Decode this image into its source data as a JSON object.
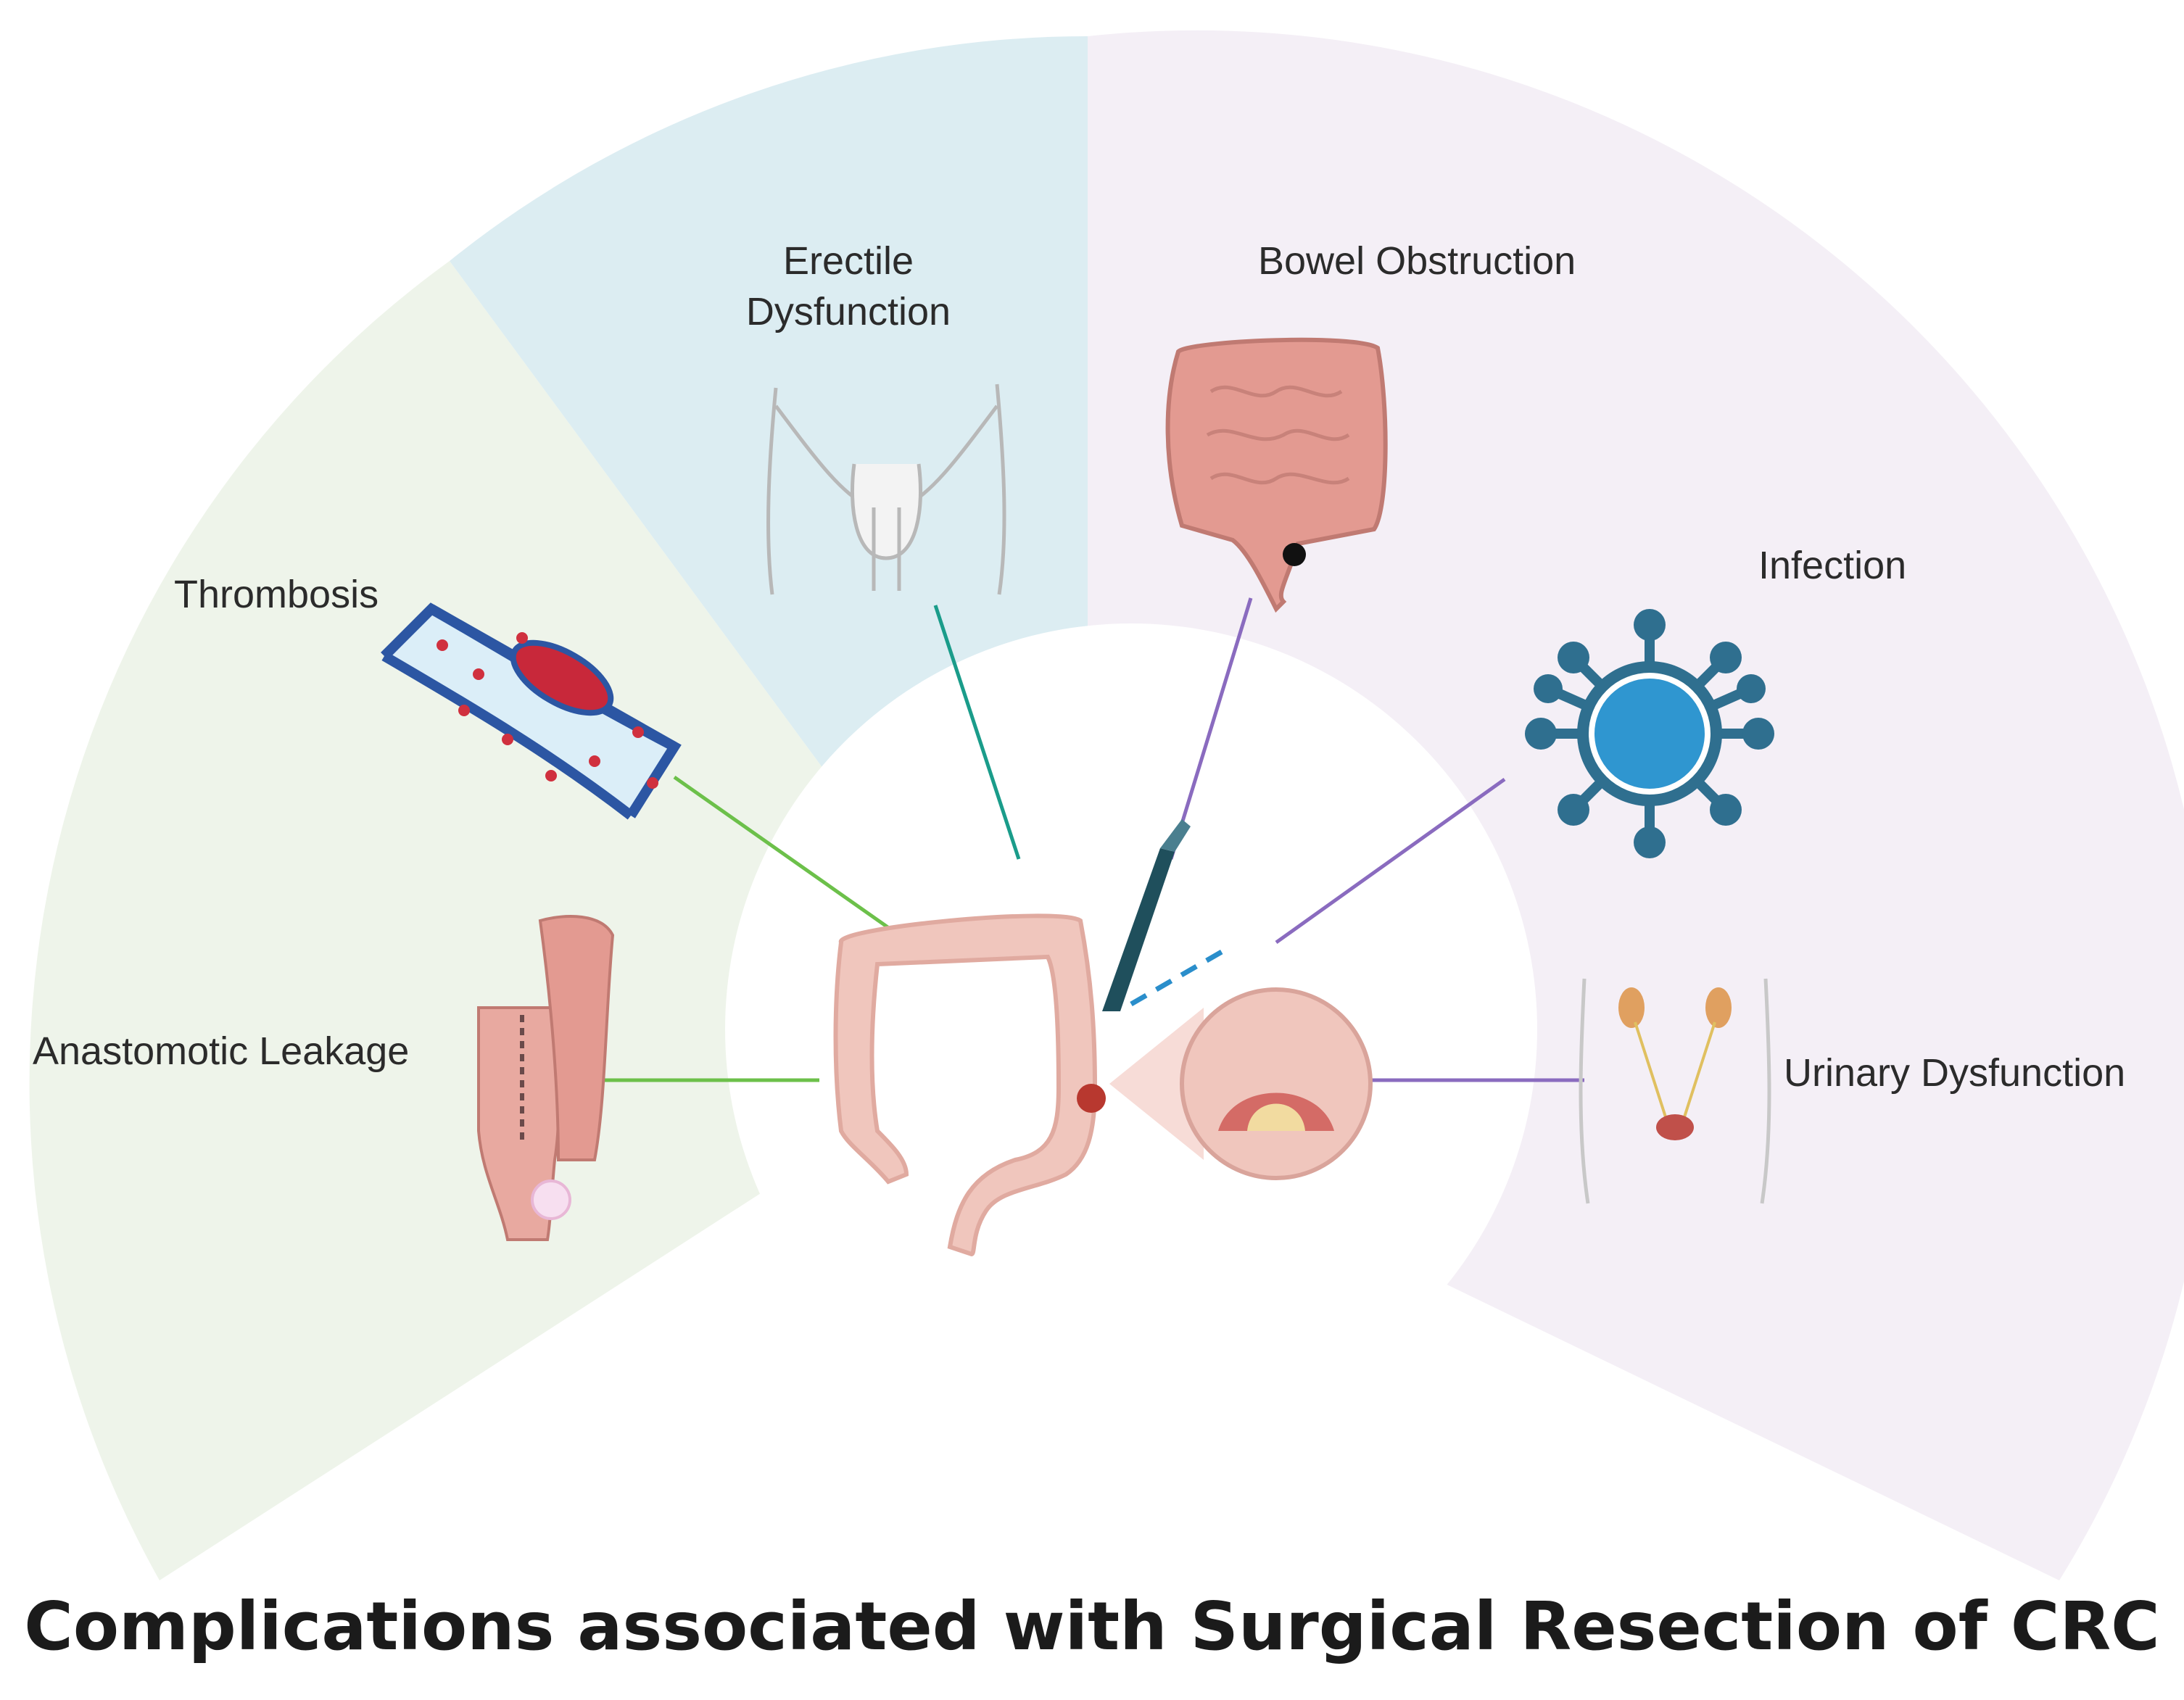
{
  "title": "Complications associated with Surgical Resection of CRC",
  "labels": {
    "erectile_1": "Erectile",
    "erectile_2": "Dysfunction",
    "bowel_obstruction": "Bowel Obstruction",
    "infection": "Infection",
    "thrombosis": "Thrombosis",
    "anastomotic_leakage": "Anastomotic Leakage",
    "urinary_dysfunction": "Urinary Dysfunction"
  },
  "colors": {
    "sector_green": "#eef4ea",
    "sector_blue": "#dcedf2",
    "sector_purple": "#f4eff6",
    "line_green": "#6cc04a",
    "line_teal": "#1a9c8a",
    "line_purple": "#8a6bbf",
    "virus_blue": "#2f6f8f",
    "tissue_pink": "#e8a9a0"
  }
}
